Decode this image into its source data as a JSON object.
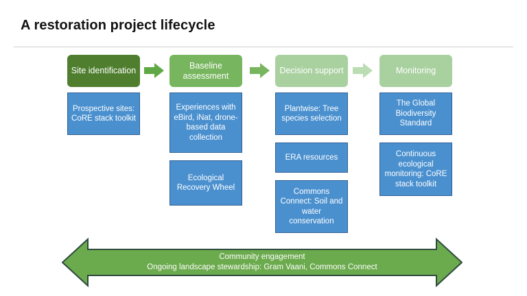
{
  "slide": {
    "title": "A restoration project lifecycle"
  },
  "colors": {
    "stage_1": "#4E7E2E",
    "stage_2": "#77B55E",
    "stage_3": "#A9D1A0",
    "stage_4": "#A9D1A0",
    "node_fill": "#4A90CF",
    "node_border": "#2F5F93",
    "banner_fill": "#6BAA4D",
    "banner_border": "#2E4A3E",
    "connector_1": "#5FA846",
    "connector_2": "#77B55E",
    "connector_3": "#BCDCB4",
    "divider": "#cfcfcf",
    "title_text": "#111111"
  },
  "stages": [
    {
      "id": "site-identification",
      "label": "Site identification",
      "nodes": [
        {
          "id": "prospective-sites",
          "label": "Prospective sites: CoRE stack toolkit",
          "height": 62
        }
      ]
    },
    {
      "id": "baseline-assessment",
      "label": "Baseline assessment",
      "nodes": [
        {
          "id": "experiences-ebird-inat",
          "label": "Experiences with eBird, iNat, drone-based data collection",
          "height": 88
        },
        {
          "id": "ecological-recovery-wheel",
          "label": "Ecological Recovery Wheel",
          "height": 66
        }
      ]
    },
    {
      "id": "decision-support",
      "label": "Decision support",
      "nodes": [
        {
          "id": "plantwise-tree-species",
          "label": "Plantwise: Tree species selection",
          "height": 62
        },
        {
          "id": "era-resources",
          "label": "ERA resources",
          "height": 44
        },
        {
          "id": "commons-connect-soil-water",
          "label": "Commons Connect: Soil and water conservation",
          "height": 77
        }
      ]
    },
    {
      "id": "monitoring",
      "label": "Monitoring",
      "nodes": [
        {
          "id": "global-biodiversity-standard",
          "label": "The Global Biodiversity Standard",
          "height": 62
        },
        {
          "id": "continuous-ecological-monitoring",
          "label": "Continuous ecological monitoring: CoRE stack toolkit",
          "height": 78
        }
      ]
    }
  ],
  "connectors": [
    {
      "id": "arrow-1",
      "from": "site-identification",
      "to": "baseline-assessment"
    },
    {
      "id": "arrow-2",
      "from": "baseline-assessment",
      "to": "decision-support"
    },
    {
      "id": "arrow-3",
      "from": "decision-support",
      "to": "monitoring"
    }
  ],
  "banner": {
    "id": "community-engagement-banner",
    "line_1": "Community engagement",
    "line_2": "Ongoing landscape stewardship: Gram Vaani, Commons Connect"
  }
}
